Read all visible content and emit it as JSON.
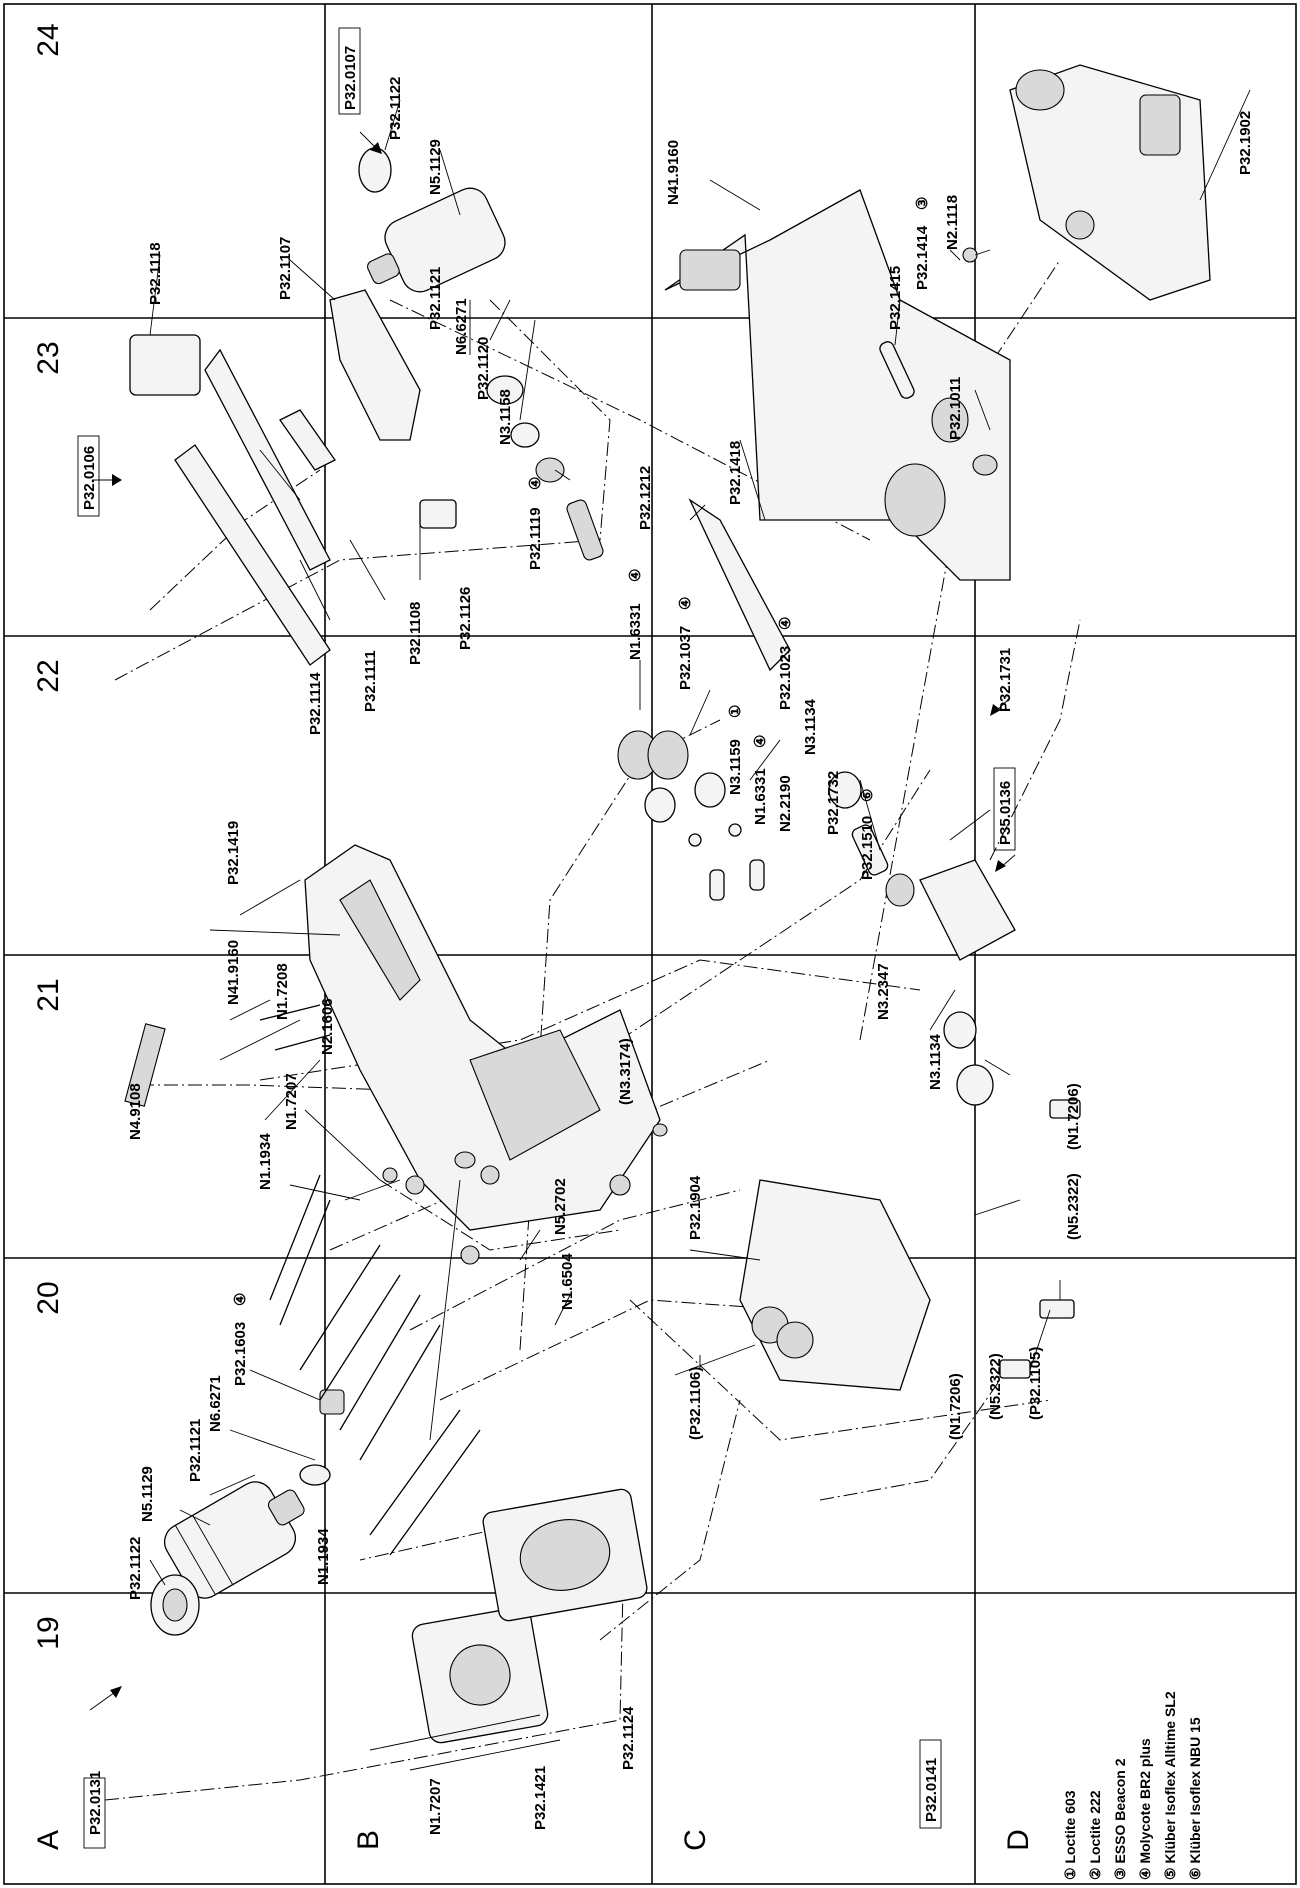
{
  "grid": {
    "columns": [
      "19",
      "20",
      "21",
      "22",
      "23",
      "24"
    ],
    "rows": [
      "A",
      "B",
      "C",
      "D"
    ]
  },
  "parts": {
    "p32_0131": "P32.0131",
    "p32_1122_a": "P32.1122",
    "n5_1129_a": "N5.1129",
    "p32_1121_a": "P32.1121",
    "n6_6271_a": "N6.6271",
    "p32_1603": "P32.1603",
    "p32_1603_note": "④",
    "n1_1934_a": "N1.1934",
    "n1_1934_b": "N1.1934",
    "n1_7207_a": "N1.7207",
    "n1_7207_b": "N1.7207",
    "p32_1421": "P32.1421",
    "p32_1124": "P32.1124",
    "n1_6504": "N1.6504",
    "n5_2702": "N5.2702",
    "n2_1606": "N2.1606",
    "n4_9108": "N4.9108",
    "n1_7208": "N1.7208",
    "n41_9160_a": "N41.9160",
    "p32_1419": "P32.1419",
    "n3_3174": "(N3.3174)",
    "p32_1904": "P32.1904",
    "p32_1106": "(P32.1106)",
    "n1_7206_a": "(N1.7206)",
    "n5_2322_a": "(N5.2322)",
    "p32_1105": "(P32.1105)",
    "n5_2322_b": "(N5.2322)",
    "n1_7206_b": "(N1.7206)",
    "n3_1134_a": "N3.1134",
    "n3_2347": "N3.2347",
    "p32_1510": "P32.1510",
    "p32_1510_note": "⑥",
    "p35_0136": "P35.0136",
    "p32_1731": "P32.1731",
    "p32_1732": "P32.1732",
    "n3_1134_b": "N3.1134",
    "p32_1023": "P32.1023",
    "p32_1023_note": "④",
    "n2_2190": "N2.2190",
    "n1_6331_a": "N1.6331",
    "n1_6331_a_note": "④",
    "n3_1159": "N3.1159",
    "n3_1159_note": "①",
    "p32_1037": "P32.1037",
    "p32_1037_note": "④",
    "n1_6331_b": "N1.6331",
    "n1_6331_b_note": "④",
    "p32_1114": "P32.1114",
    "p32_1111": "P32.1111",
    "p32_1108": "P32.1108",
    "p32_1126": "P32.1126",
    "p32_0106": "P32.0106",
    "p32_1118": "P32.1118",
    "p32_1107": "P32.1107",
    "p32_1119": "P32.1119",
    "p32_1119_note": "④",
    "n3_1158": "N3.1158",
    "p32_1120": "P32.1120",
    "n6_6271_b": "N6.6271",
    "p32_1121_b": "P32.1121",
    "n5_1129_b": "N5.1129",
    "p32_1122_b": "P32.1122",
    "p32_0107": "P32.0107",
    "p32_1212": "P32.1212",
    "p32_1418": "P32.1418",
    "n41_9160_b": "N41.9160",
    "p32_1011": "P32.1011",
    "p32_1415": "P32.1415",
    "p32_1414": "P32.1414",
    "p32_1414_note": "③",
    "n2_1118": "N2.1118",
    "p32_1902": "P32.1902",
    "p32_0141": "P32.0141"
  },
  "legend": [
    "① Loctite 603",
    "② Loctite 222",
    "③ ESSO Beacon 2",
    "④ Molycote BR2 plus",
    "⑤ Klüber Isoflex Alltime SL2",
    "⑥ Klüber Isoflex NBU 15"
  ]
}
